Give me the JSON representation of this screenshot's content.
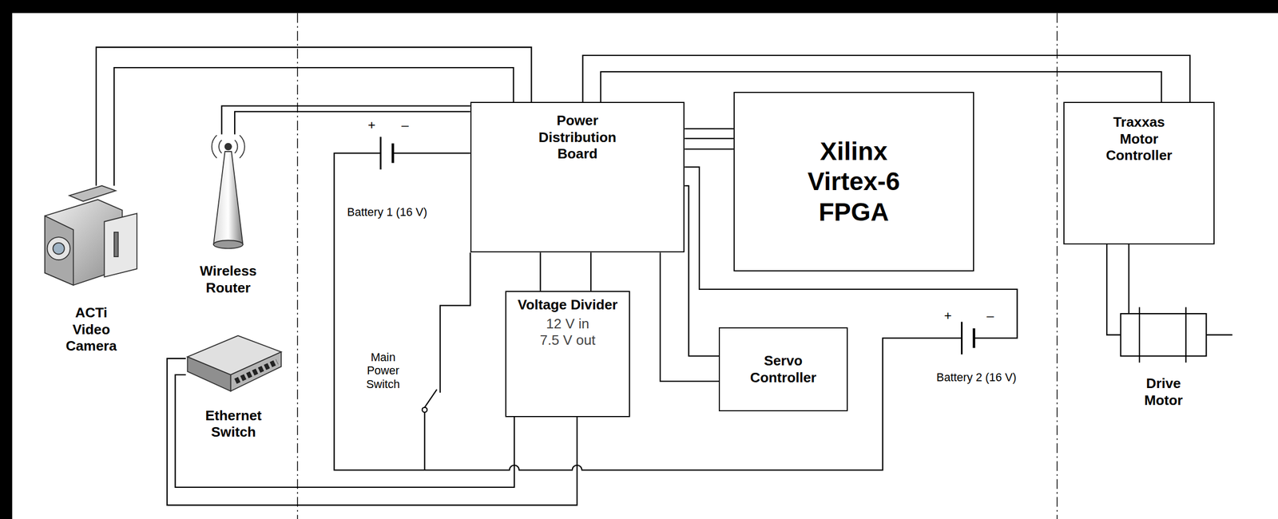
{
  "diagram": {
    "nodes": [
      {
        "text": [
          "ACTi Video Camera"
        ]
      },
      {
        "text": [
          "Wireless Router"
        ]
      },
      {
        "text": [
          "Ethernet Switch"
        ]
      },
      {
        "text": [
          "Power Distribution Board"
        ]
      },
      {
        "text": [
          "Xilinx Virtex-6 FPGA"
        ]
      },
      {
        "text": [
          "Voltage Divider",
          "12 V in 7.5 V out"
        ]
      },
      {
        "text": [
          "Servo Controller"
        ]
      },
      {
        "text": [
          "Traxxas Motor Controller"
        ]
      },
      {
        "text": [
          "Drive Motor"
        ]
      }
    ],
    "edges": [
      {
        "from": 0,
        "to": 3,
        "arrow": "none"
      },
      {
        "from": 0,
        "to": 3,
        "arrow": "none"
      },
      {
        "from": 1,
        "to": 3,
        "arrow": "none"
      },
      {
        "from": 1,
        "to": 3,
        "arrow": "none"
      },
      {
        "from": 3,
        "to": 4,
        "arrow": "none"
      },
      {
        "from": 3,
        "to": 4,
        "arrow": "none"
      },
      {
        "from": 3,
        "to": 4,
        "arrow": "none"
      },
      {
        "from": 3,
        "to": 7,
        "arrow": "none"
      },
      {
        "from": 3,
        "to": 7,
        "arrow": "none"
      },
      {
        "from": 3,
        "to": 5,
        "arrow": "none"
      },
      {
        "from": 3,
        "to": 5,
        "arrow": "none"
      },
      {
        "from": 3,
        "to": 6,
        "arrow": "none"
      },
      {
        "from": 3,
        "to": 6,
        "arrow": "none"
      },
      {
        "from": 5,
        "to": 2,
        "arrow": "none"
      },
      {
        "from": 5,
        "to": 2,
        "arrow": "none"
      },
      {
        "from": 7,
        "to": 8,
        "arrow": "none"
      },
      {
        "from": 7,
        "to": 8,
        "arrow": "none"
      }
    ],
    "labels": [
      "+",
      "–",
      "Battery 1 (16 V)",
      "Main Power Switch",
      "+",
      "–",
      "Battery 2 (16 V)"
    ]
  }
}
